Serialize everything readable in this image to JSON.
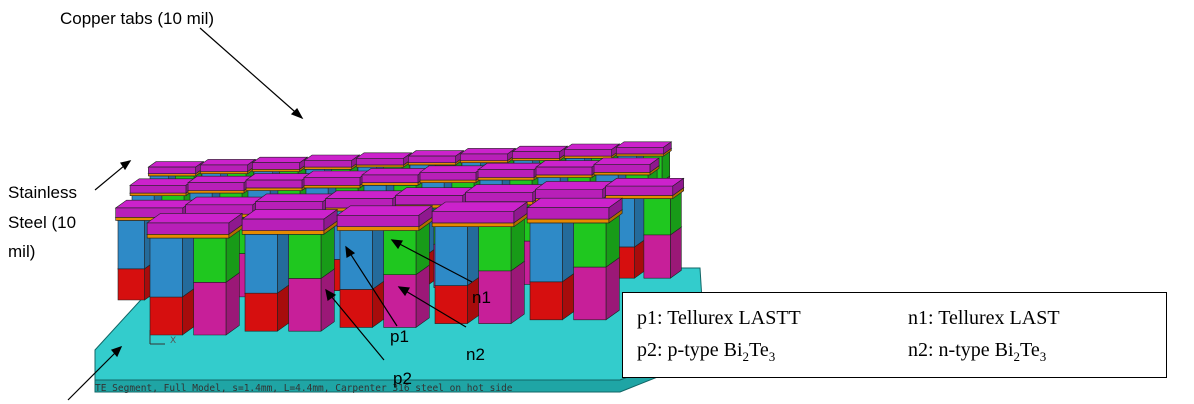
{
  "annotations": {
    "copper_tabs": "Copper tabs (10 mil)",
    "stainless_line1": "Stainless",
    "stainless_line2": "Steel (10",
    "stainless_line3": "mil)",
    "p1": "p1",
    "p2": "p2",
    "n1": "n1",
    "n2": "n2"
  },
  "legend": {
    "p1_text": "p1: Tellurex LASTT",
    "n1_text": "n1: Tellurex LAST",
    "p2_prefix": "p2: p-type Bi",
    "p2_sub1": "2",
    "p2_mid": "Te",
    "p2_sub2": "3",
    "n2_prefix": "n2: n-type Bi",
    "n2_sub1": "2",
    "n2_mid": "Te",
    "n2_sub2": "3"
  },
  "viewport": {
    "caption": "TE Segment, Full Model, s=1.4mm, L=4.4mm, Carpenter 316 steel on hot side",
    "axis_x": "X"
  },
  "colors": {
    "copper_tab": "#cc22cc",
    "stainless": "#ff9900",
    "p_lastt": "#3399dd",
    "n_last": "#22dd22",
    "p_bite": "#ee1111",
    "n_bite": "#dd22aa",
    "base_plate": "#33cccc"
  }
}
